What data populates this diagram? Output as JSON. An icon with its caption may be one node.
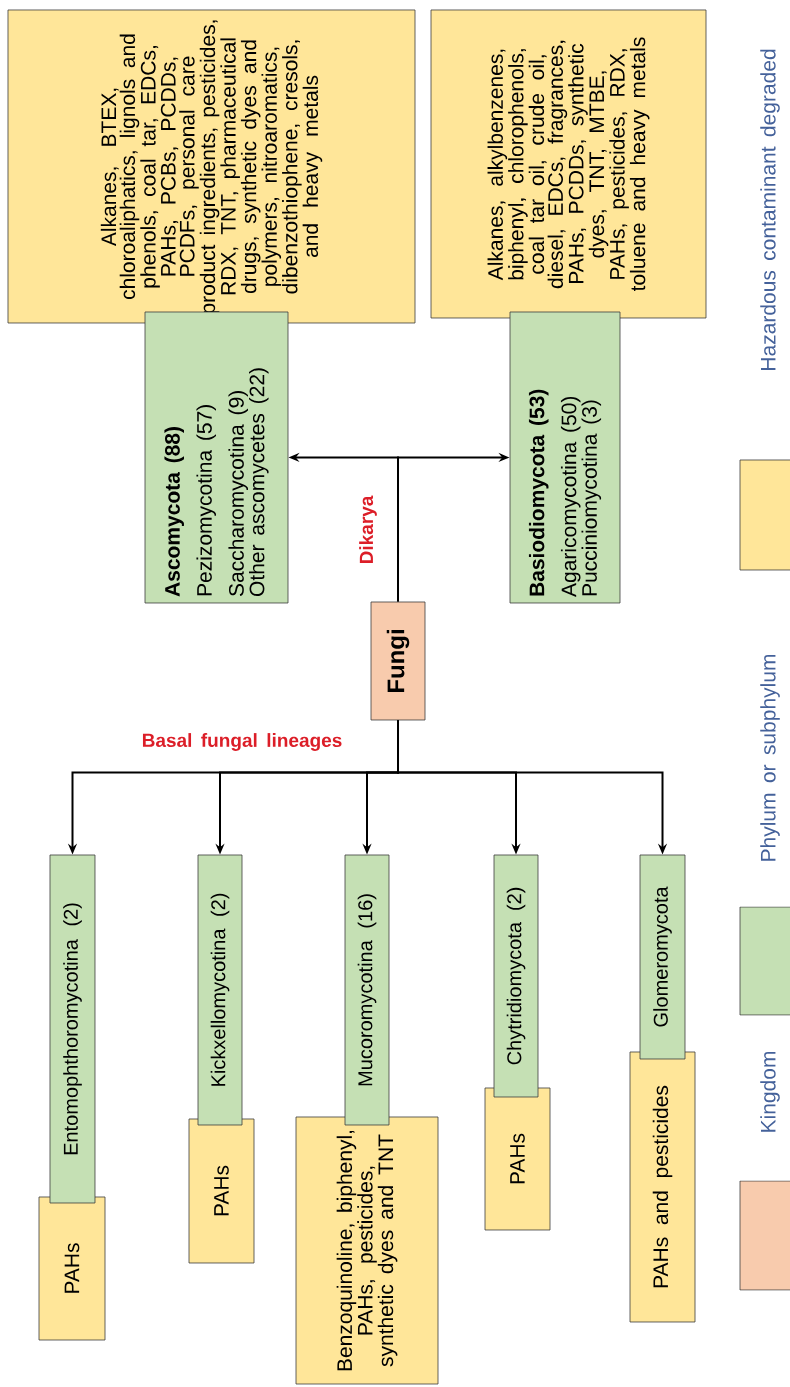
{
  "diagram": {
    "nodes": [
      {
        "text": [
          "Fungi"
        ]
      },
      {
        "text": [
          "Ascomycota (88)",
          "Pezizomycotina (57)",
          "Saccharomycotina (9)",
          "Other ascomycetes (22)"
        ]
      },
      {
        "text": [
          "Alkanes, BTEX, chloroaliphatics, lignols and phenols, coal tar, EDCs, PAHs, PCBs, PCDDs, PCDFs, personal care product ingredients, pesticides, RDX, TNT, pharmaceutical drugs, synthetic dyes and polymers, nitroaromatics, dibenzothiophene, cresols, and heavy metals"
        ]
      },
      {
        "text": [
          "Basiodiomycota (53)",
          "Agaricomycotina (50)",
          "Pucciniomycotina (3)"
        ]
      },
      {
        "text": [
          "Alkanes, alkylbenzenes, biphenyl, chlorophenols, coal tar oil, crude oil, diesel, EDCs, fragrances, PAHs, PCDDs, synthetic dyes, TNT, MTBE, PAHs, pesticides, RDX, toluene and heavy metals"
        ]
      },
      {
        "text": [
          "Entomophthoromycotina (2)"
        ]
      },
      {
        "text": [
          "PAHs"
        ]
      },
      {
        "text": [
          "Kickxellomycotina (2)"
        ]
      },
      {
        "text": [
          "PAHs"
        ]
      },
      {
        "text": [
          "Mucoromycotina (16)"
        ]
      },
      {
        "text": [
          "Benzoquinoline, biphenyl, PAHs, pesticides, synthetic dyes and TNT"
        ]
      },
      {
        "text": [
          "Chytridiomycota (2)"
        ]
      },
      {
        "text": [
          "PAHs"
        ]
      },
      {
        "text": [
          "Glomeromycota"
        ]
      },
      {
        "text": [
          "PAHs and pesticides"
        ]
      }
    ],
    "edges": [
      {
        "from": 0,
        "to": 1,
        "arrow": "to"
      },
      {
        "from": 0,
        "to": 3,
        "arrow": "to"
      },
      {
        "from": 0,
        "to": 5,
        "arrow": "to"
      },
      {
        "from": 0,
        "to": 7,
        "arrow": "to"
      },
      {
        "from": 0,
        "to": 9,
        "arrow": "to"
      },
      {
        "from": 0,
        "to": 11,
        "arrow": "to"
      },
      {
        "from": 0,
        "to": 13,
        "arrow": "to"
      }
    ],
    "labels": [
      "Dikarya",
      "Basal fungal lineages"
    ],
    "legend": [
      {
        "text": "Kingdom",
        "color": "#f8cbad"
      },
      {
        "text": "Phylum or subphylum",
        "color": "#c5e0b4"
      },
      {
        "text": "Hazardous contaminant degraded",
        "color": "#ffe699"
      }
    ]
  }
}
